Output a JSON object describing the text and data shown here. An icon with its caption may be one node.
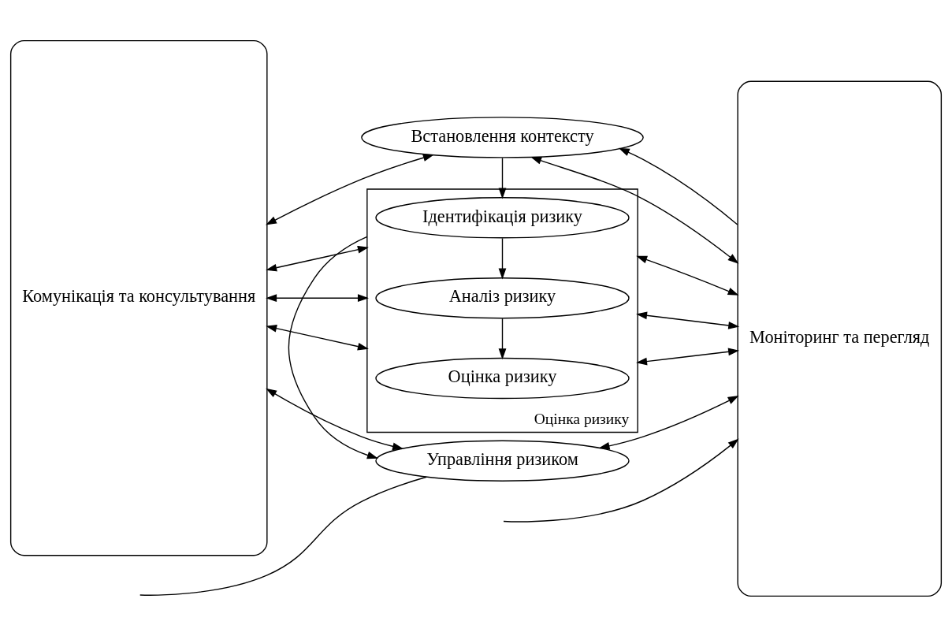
{
  "diagram": {
    "nodes": [
      {
        "text": [
          "Комунікація та консультування"
        ]
      },
      {
        "text": [
          "Встановлення контексту"
        ]
      },
      {
        "text": [
          "Оцінка ризику"
        ]
      },
      {
        "text": [
          "Ідентифікація ризику"
        ],
        "in": 2
      },
      {
        "text": [
          "Аналіз ризику"
        ],
        "in": 2
      },
      {
        "text": [
          "Оцінка ризику"
        ],
        "in": 2
      },
      {
        "text": [
          "Управління ризиком"
        ]
      },
      {
        "text": [
          "Моніторинг та перегляд"
        ]
      }
    ],
    "edges": [
      {
        "from": 7,
        "to": 1,
        "arrow": "to"
      },
      {
        "from": 0,
        "to": 1,
        "arrow": "both"
      },
      {
        "from": 1,
        "to": 7,
        "arrow": "both"
      },
      {
        "from": 1,
        "to": 3,
        "arrow": "to"
      },
      {
        "from": 0,
        "to": 2,
        "arrow": "both"
      },
      {
        "from": 2,
        "to": 7,
        "arrow": "both"
      },
      {
        "from": 3,
        "to": 4,
        "arrow": "to"
      },
      {
        "from": 0,
        "to": 2,
        "arrow": "both"
      },
      {
        "from": 2,
        "to": 7,
        "arrow": "both"
      },
      {
        "from": 4,
        "to": 5,
        "arrow": "to"
      },
      {
        "from": 0,
        "to": 2,
        "arrow": "both"
      },
      {
        "from": 2,
        "to": 7,
        "arrow": "both"
      },
      {
        "from": 2,
        "to": 6,
        "arrow": "to"
      },
      {
        "from": 0,
        "to": 6,
        "arrow": "both"
      },
      {
        "from": 6,
        "to": 7,
        "arrow": "both"
      },
      {
        "from": 6,
        "to": null,
        "arrow": "none"
      },
      {
        "from": null,
        "to": 7,
        "arrow": "to"
      }
    ]
  }
}
